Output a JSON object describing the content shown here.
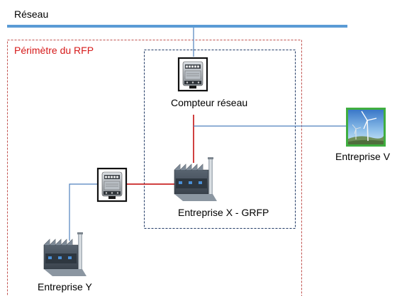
{
  "labels": {
    "network": "Réseau",
    "perimeter": "Périmètre du RFP",
    "network_meter": "Compteur réseau",
    "company_x": "Entreprise X - GRFP",
    "company_v": "Entreprise V",
    "company_y": "Entreprise Y"
  },
  "colors": {
    "network_line": "#5b9bd5",
    "link_red": "#c00000",
    "link_blue": "#4f81bd",
    "perimeter_border": "#c0504d",
    "inner_border": "#1f3864",
    "perimeter_text": "#d61a1a"
  },
  "icons": {
    "meter": "electric-meter-icon",
    "factory": "factory-icon",
    "wind_turbine": "wind-turbine-icon"
  }
}
